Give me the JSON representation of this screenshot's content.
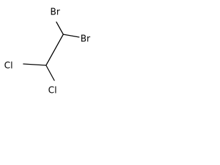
{
  "molecule": {
    "atoms": {
      "br_left": "Br",
      "br_right": "Br",
      "cl_left": "Cl",
      "cl_bottom": "Cl"
    }
  }
}
